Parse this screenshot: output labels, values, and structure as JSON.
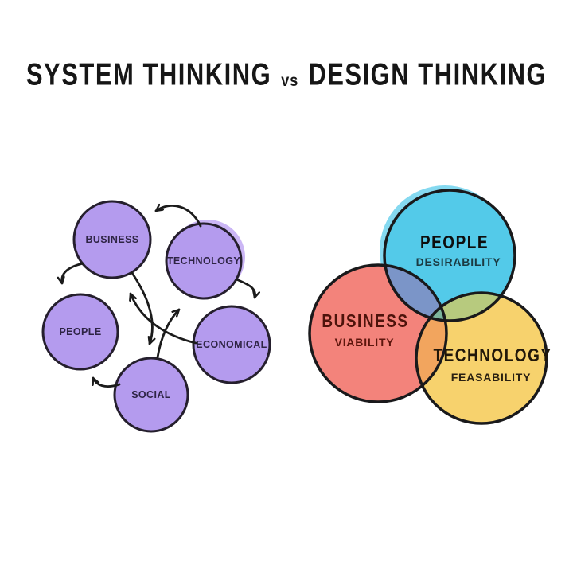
{
  "title": {
    "left": "SYSTEM THINKING",
    "vs": "vs",
    "right": "DESIGN THINKING"
  },
  "system_thinking": {
    "name": "System Thinking",
    "nodes": [
      {
        "id": "business",
        "label": "BUSINESS"
      },
      {
        "id": "technology",
        "label": "TECHNOLOGY"
      },
      {
        "id": "people",
        "label": "PEOPLE"
      },
      {
        "id": "economical",
        "label": "ECONOMICAL"
      },
      {
        "id": "social",
        "label": "SOCIAL"
      }
    ],
    "edges": [
      {
        "from": "technology",
        "to": "business"
      },
      {
        "from": "business",
        "to": "people"
      },
      {
        "from": "technology",
        "to": "economical"
      },
      {
        "from": "economical",
        "to": "business"
      },
      {
        "from": "business",
        "to": "social"
      },
      {
        "from": "social",
        "to": "technology"
      },
      {
        "from": "social",
        "to": "people"
      }
    ],
    "colors": {
      "node_fill": "#b49bee",
      "node_fringe": "#cbb6f5",
      "node_stroke": "#251f2d",
      "label": "#2e2444",
      "arrow": "#1b1b1b"
    }
  },
  "design_thinking": {
    "name": "Design Thinking",
    "circles": [
      {
        "id": "people",
        "label": "PEOPLE",
        "sublabel": "DESIRABILITY",
        "fill": "#53cae9"
      },
      {
        "id": "business",
        "label": "BUSINESS",
        "sublabel": "VIABILITY",
        "fill": "#f3837b"
      },
      {
        "id": "technology",
        "label": "TECHNOLOGY",
        "sublabel": "FEASABILITY",
        "fill": "#f7d26d"
      }
    ],
    "overlap_colors": {
      "people_business": "#7b95c8",
      "people_technology": "#b7ca7e",
      "business_technology": "#f2a55e",
      "center": "#7db69d"
    },
    "fringe_fill": "#85d9f0",
    "stroke": "#19191b"
  }
}
